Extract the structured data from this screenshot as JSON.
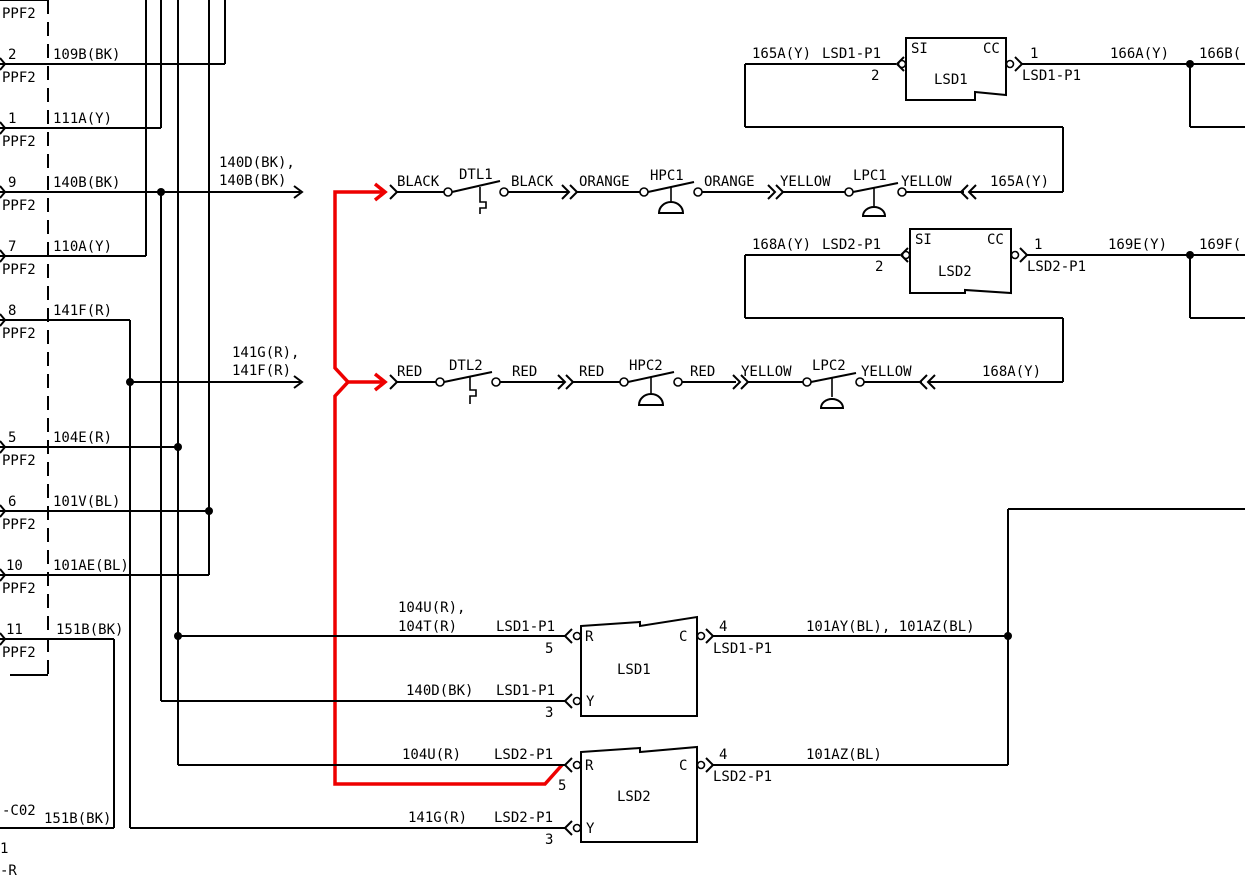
{
  "colors": {
    "line": "#000000",
    "highlight": "#ee0000",
    "background": "#ffffff"
  },
  "connector": {
    "name": "PPF2",
    "pins": [
      {
        "pin": "",
        "wire": ""
      },
      {
        "pin": "2",
        "wire": "109B(BK)"
      },
      {
        "pin": "1",
        "wire": "111A(Y)"
      },
      {
        "pin": "9",
        "wire": "140B(BK)"
      },
      {
        "pin": "7",
        "wire": "110A(Y)"
      },
      {
        "pin": "8",
        "wire": "141F(R)"
      },
      {
        "pin": "5",
        "wire": "104E(R)"
      },
      {
        "pin": "6",
        "wire": "101V(BL)"
      },
      {
        "pin": "10",
        "wire": "101AE(BL)"
      },
      {
        "pin": "11",
        "wire": "151B(BK)"
      }
    ]
  },
  "bundles": {
    "top_line1": "140D(BK),",
    "top_line2": "140B(BK)",
    "mid_line1": "141G(R),",
    "mid_line2": "141F(R)"
  },
  "bottom_left": {
    "co2": "-C02",
    "wire": "151B(BK)",
    "frag1": "1",
    "frag2": "-R"
  },
  "circuit1": {
    "w_black_in": "BLACK",
    "dtl": "DTL1",
    "w_black_out": "BLACK",
    "w_orange_in": "ORANGE",
    "hpc": "HPC1",
    "w_orange_out": "ORANGE",
    "w_yellow_in": "YELLOW",
    "lpc": "LPC1",
    "w_yellow_out": "YELLOW",
    "return_wire": "165A(Y)"
  },
  "circuit2": {
    "w_red_in": "RED",
    "dtl": "DTL2",
    "w_red_out": "RED",
    "w_red2_in": "RED",
    "hpc": "HPC2",
    "w_red2_out": "RED",
    "w_yellow_in": "YELLOW",
    "lpc": "LPC2",
    "w_yellow_out": "YELLOW",
    "return_wire": "168A(Y)"
  },
  "lsd1_top": {
    "in_wire": "165A(Y)",
    "in_conn": "LSD1-P1",
    "in_pin": "2",
    "si": "SI",
    "cc": "CC",
    "name": "LSD1",
    "out_pin": "1",
    "out_conn": "LSD1-P1",
    "out_wire": "166A(Y)",
    "out_wire2": "166B("
  },
  "lsd2_top": {
    "in_wire": "168A(Y)",
    "in_conn": "LSD2-P1",
    "in_pin": "2",
    "si": "SI",
    "cc": "CC",
    "name": "LSD2",
    "out_pin": "1",
    "out_conn": "LSD2-P1",
    "out_wire": "169E(Y)",
    "out_wire2": "169F("
  },
  "lsd1_bottom": {
    "bundle_line1": "104U(R),",
    "bundle_line2": "104T(R)",
    "r_conn": "LSD1-P1",
    "r_pin": "5",
    "r_label": "R",
    "y_wire": "140D(BK)",
    "y_conn": "LSD1-P1",
    "y_pin": "3",
    "y_label": "Y",
    "c_label": "C",
    "name": "LSD1",
    "out_pin": "4",
    "out_conn": "LSD1-P1",
    "out_wire": "101AY(BL), 101AZ(BL)"
  },
  "lsd2_bottom": {
    "r_wire": "104U(R)",
    "r_conn": "LSD2-P1",
    "r_pin": "5",
    "r_label": "R",
    "y_wire": "141G(R)",
    "y_conn": "LSD2-P1",
    "y_pin": "3",
    "y_label": "Y",
    "c_label": "C",
    "name": "LSD2",
    "out_pin": "4",
    "out_conn": "LSD2-P1",
    "out_wire": "101AZ(BL)"
  }
}
